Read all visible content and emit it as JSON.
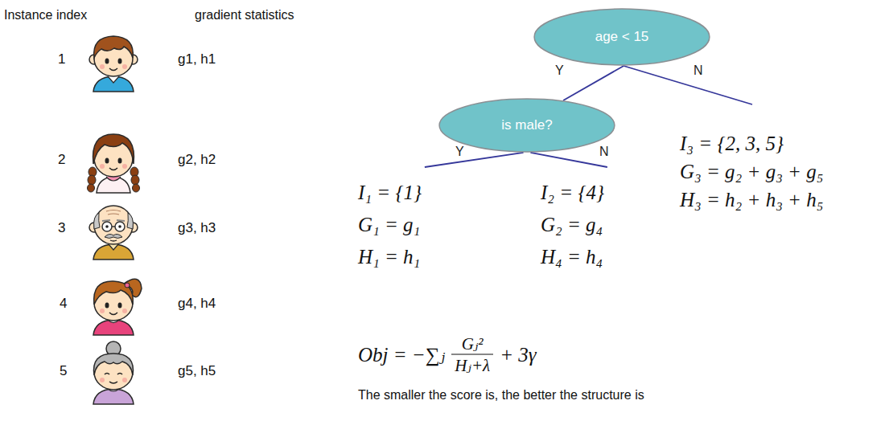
{
  "diagram": {
    "nodes": [
      {
        "text": [
          "age < 15"
        ]
      },
      {
        "text": [
          "is male?"
        ]
      },
      {
        "text": [
          "I₁ = {1}",
          "G₁ = g₁",
          "H₁ = h₁"
        ]
      },
      {
        "text": [
          "I₂ = {4}",
          "G₂ = g₄",
          "H₄ = h₄"
        ]
      },
      {
        "text": [
          "I₃ = {2, 3, 5}",
          "G₃ = g₂ + g₃ + g₅",
          "H₃ = h₂ + h₃ + h₅"
        ]
      }
    ],
    "edges": [
      {
        "from": 0,
        "to": 1,
        "arrow": "none",
        "label": "Y"
      },
      {
        "from": 0,
        "to": 4,
        "arrow": "none",
        "label": "N"
      },
      {
        "from": 1,
        "to": 2,
        "arrow": "none",
        "label": "Y"
      },
      {
        "from": 1,
        "to": 3,
        "arrow": "none",
        "label": "N"
      }
    ],
    "labels": [
      "Instance index",
      "gradient statistics",
      "1",
      "g1, h1",
      "2",
      "g2, h2",
      "3",
      "g3, h3",
      "4",
      "g4, h4",
      "5",
      "g5, h5",
      "Obj = −∑ⱼ",
      "Gⱼ²",
      "Hⱼ+λ",
      "+ 3γ",
      "The smaller the score is, the better the structure is"
    ]
  }
}
